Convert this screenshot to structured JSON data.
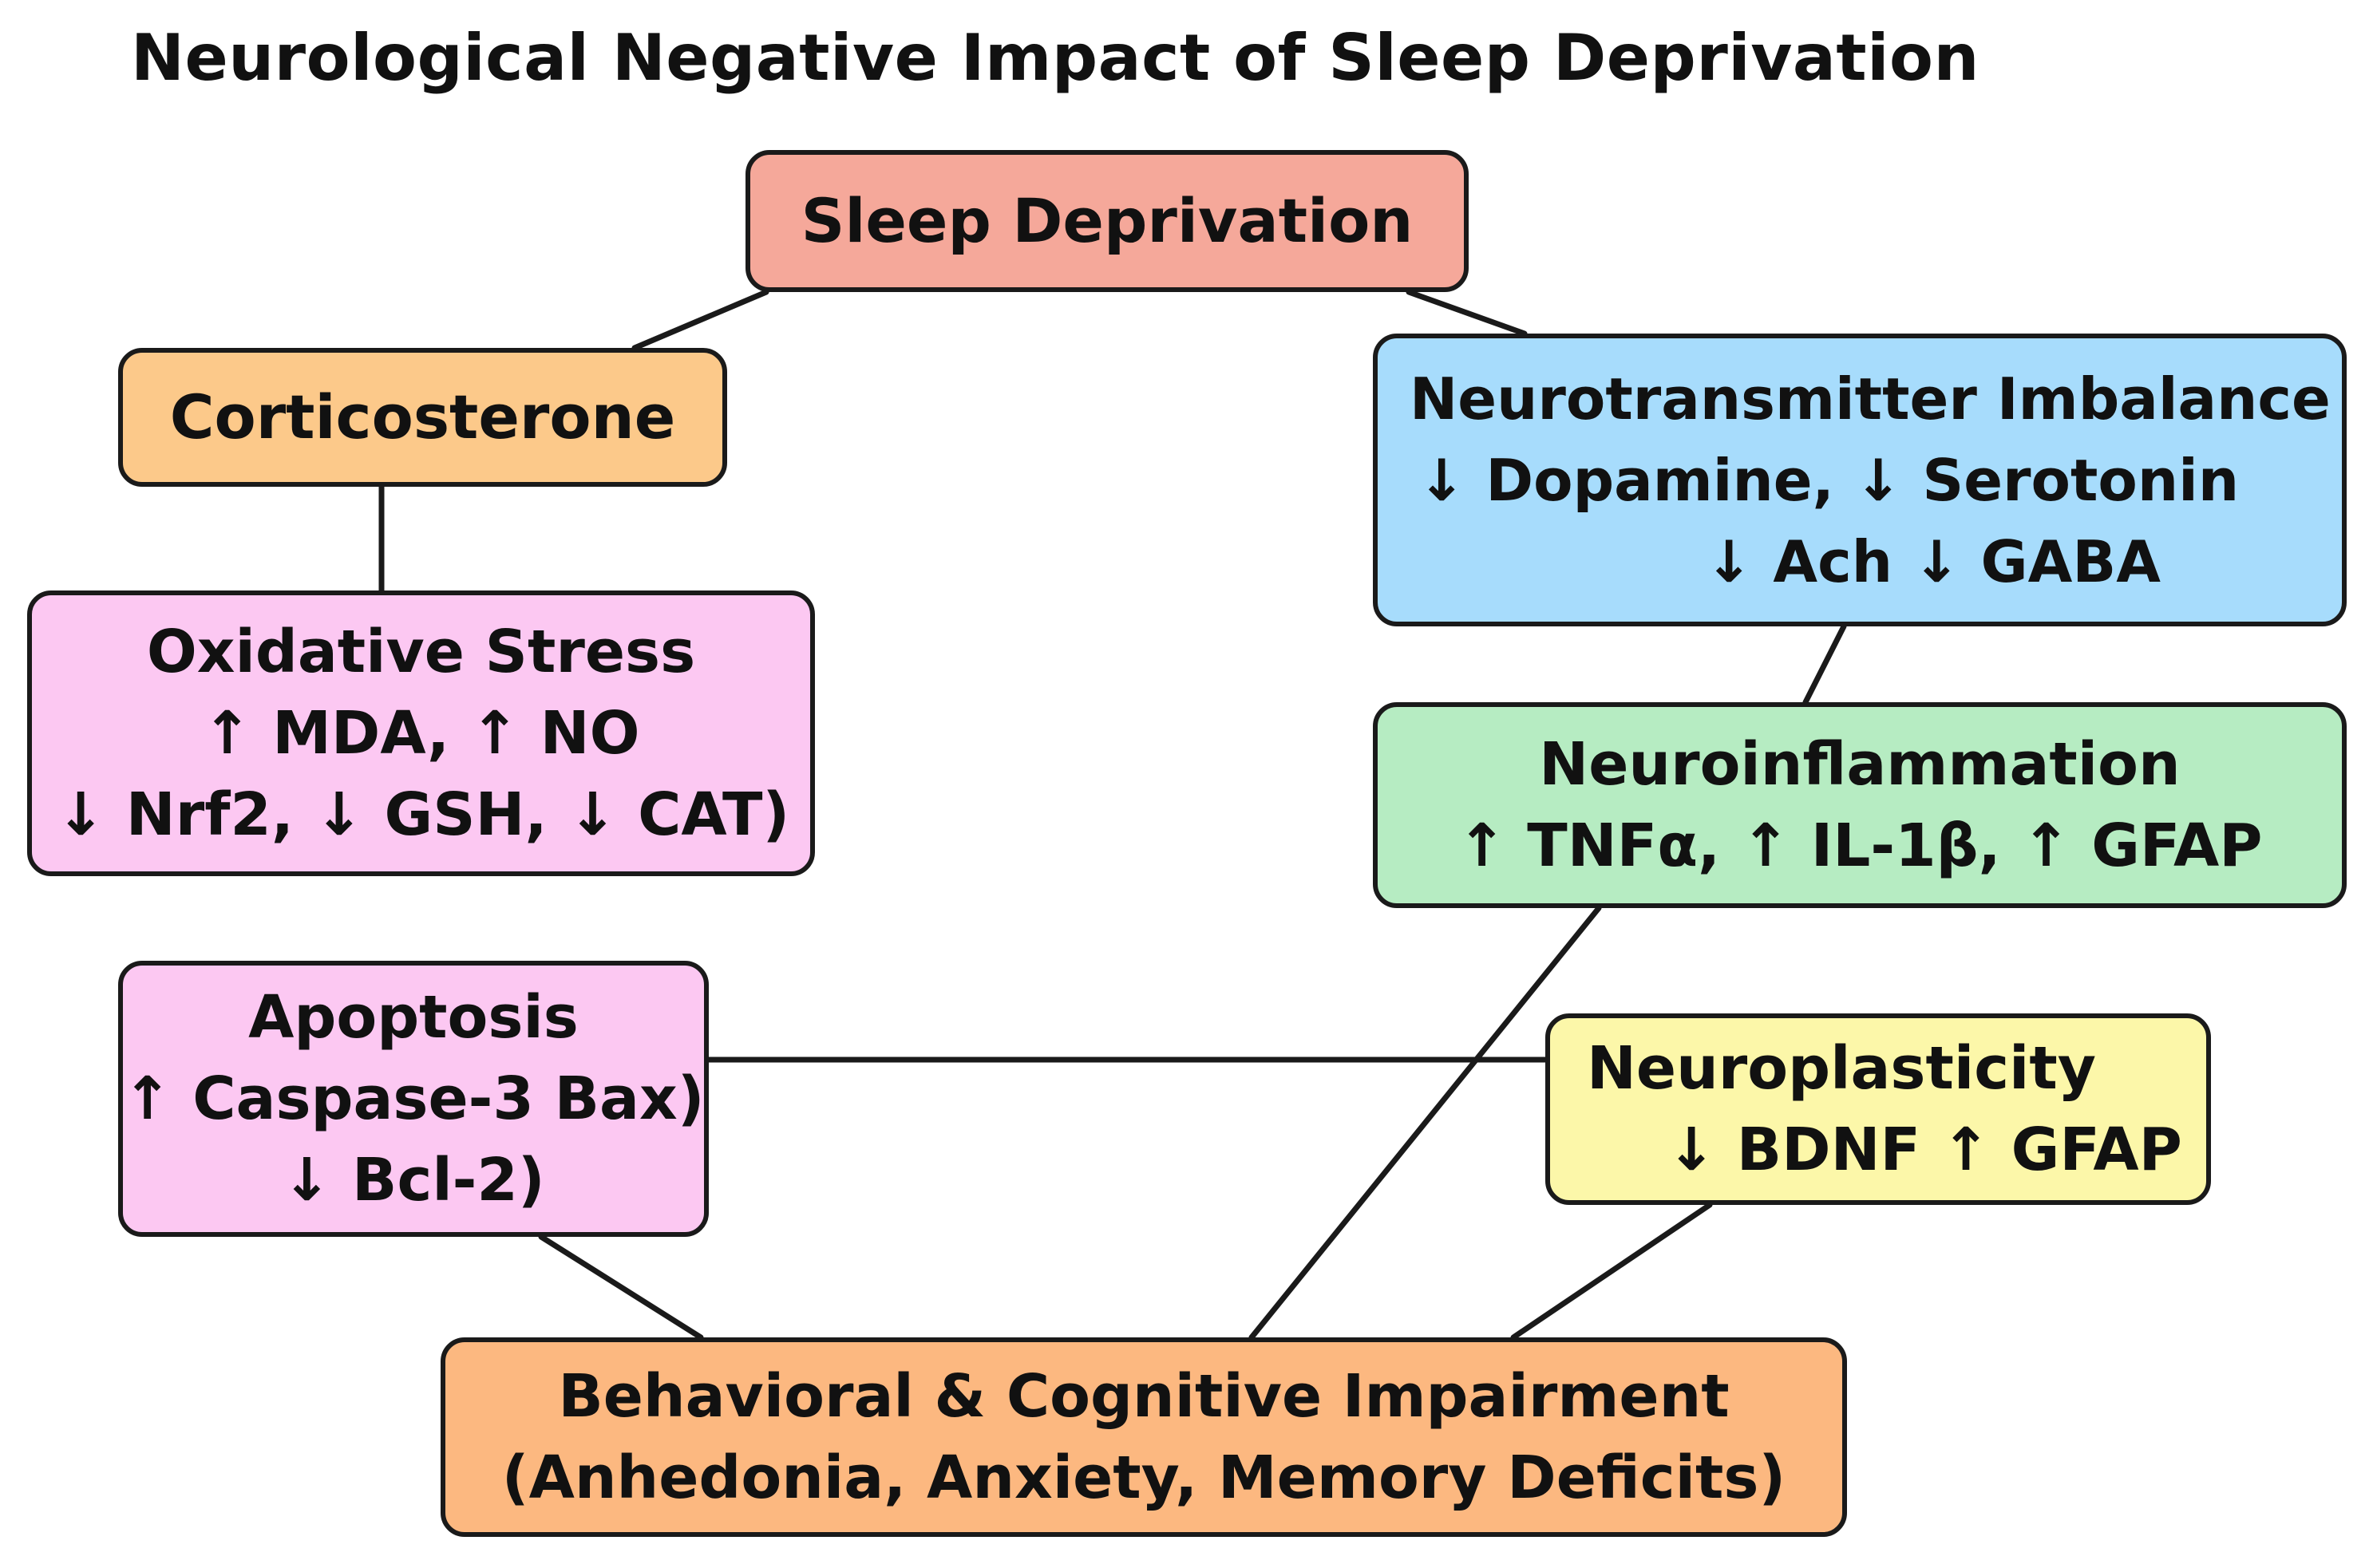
{
  "title": "Neurological Negative Impact of Sleep Deprivation",
  "colors": {
    "sleep": "#f5a89a",
    "corticosterone": "#fcc98a",
    "oxidative": "#fcc8f2",
    "neurotransmitter": "#a7dcfc",
    "neuroinflammation": "#b6ecc2",
    "apoptosis": "#fcc8f2",
    "neuroplasticity": "#fcf7a9",
    "behavioral": "#fcb880",
    "line": "#1a1a1a"
  },
  "nodes": {
    "sleep": {
      "lines": [
        "Sleep Deprivation"
      ]
    },
    "corticosterone": {
      "lines": [
        "Corticosterone"
      ]
    },
    "oxidative": {
      "lines": [
        "Oxidative Stress",
        "↑ MDA, ↑ NO",
        "↓ Nrf2, ↓ GSH, ↓ CAT)"
      ]
    },
    "neurotransmitter": {
      "lines": [
        "Neurotransmitter Imbalance",
        "↓ Dopamine, ↓ Serotonin",
        "↓ Ach ↓ GABA"
      ]
    },
    "neuroinflammation": {
      "lines": [
        "Neuroinflammation",
        "↑ TNFα, ↑ IL-1β, ↑ GFAP"
      ]
    },
    "apoptosis": {
      "lines": [
        "Apoptosis",
        "↑ Caspase-3 Bax)",
        "↓ Bcl-2)"
      ]
    },
    "neuroplasticity": {
      "lines": [
        "Neuroplasticity",
        "↓ BDNF ↑ GFAP"
      ]
    },
    "behavioral": {
      "lines": [
        "Behavioral & Cognitive Impairment",
        "(Anhedonia, Anxiety, Memory Deficits)"
      ]
    }
  }
}
